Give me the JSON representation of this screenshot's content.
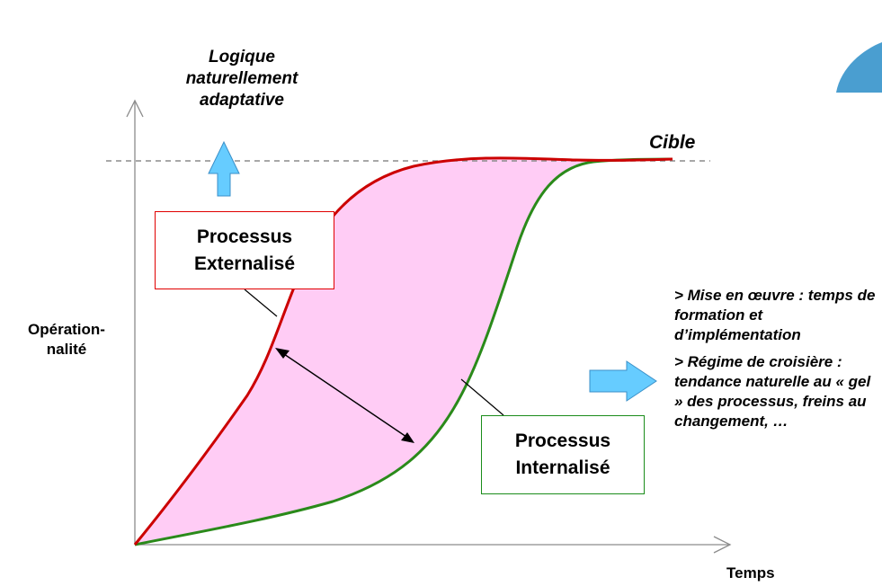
{
  "title_label": "Logique naturellement adaptative",
  "target_label": "Cible",
  "y_axis_label": "Opération-nalité",
  "x_axis_label": "Temps",
  "external_box": {
    "label": "Processus Externalisé",
    "border_color": "#e00000"
  },
  "internal_box": {
    "label": "Processus Internalisé",
    "border_color": "#1a8c1a"
  },
  "notes": [
    "> Mise en œuvre : temps de formation et d’implémentation",
    "> Régime de croisière : tendance naturelle au « gel » des processus, freins au changement, …"
  ],
  "colors": {
    "external_curve": "#cc0000",
    "internal_curve": "#2a8a1a",
    "gap_fill": "#ffccf5",
    "arrow_fill": "#66ccff",
    "corner_shape": "#4a9ed0",
    "axes": "#8c8c8c"
  },
  "icons": [
    "up-arrow-icon",
    "right-arrow-icon",
    "double-arrow-icon",
    "corner-shape-icon"
  ]
}
